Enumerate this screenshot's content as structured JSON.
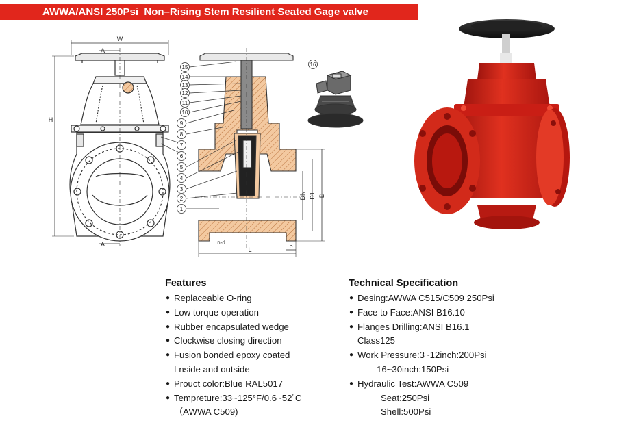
{
  "title": "AWWA/ANSI 250Psi  Non–Rising Stem Resilient Seated Gage valve",
  "drawing": {
    "dimension_labels": {
      "w": "W",
      "a_top": "A",
      "a_bottom": "A",
      "h": "H",
      "dn": "DN",
      "d1": "D1",
      "d": "D",
      "l": "L",
      "b": "b",
      "nd": "n-d"
    },
    "part_numbers": [
      "15",
      "14",
      "13",
      "12",
      "11",
      "10",
      "9",
      "8",
      "7",
      "6",
      "5",
      "4",
      "3",
      "2",
      "1",
      "16"
    ]
  },
  "features": {
    "heading": "Features",
    "items": [
      {
        "text": "Replaceable O-ring",
        "bullet": true
      },
      {
        "text": "Low torque operation",
        "bullet": true
      },
      {
        "text": "Rubber encapsulated wedge",
        "bullet": true
      },
      {
        "text": "Clockwise closing direction",
        "bullet": true
      },
      {
        "text": "Fusion bonded epoxy coated",
        "bullet": true
      },
      {
        "text": "Lnside and outside",
        "bullet": false
      },
      {
        "text": "Prouct color:Blue RAL5017",
        "bullet": true
      },
      {
        "text": "Tempreture:33~125°F/0.6~52˚C",
        "bullet": true
      },
      {
        "text": "（AWWA C509)",
        "bullet": false
      }
    ]
  },
  "spec": {
    "heading": "Technical Specification",
    "items": [
      {
        "text": "Desing:AWWA C515/C509 250Psi",
        "bullet": true
      },
      {
        "text": "Face to Face:ANSI B16.10",
        "bullet": true
      },
      {
        "text": "Flanges Drilling:ANSI B16.1",
        "bullet": true
      },
      {
        "text": "Class125",
        "bullet": false
      },
      {
        "text": "Work Pressure:3~12inch:200Psi",
        "bullet": true
      },
      {
        "text": "16~30inch:150Psi",
        "bullet": false,
        "deep": true
      },
      {
        "text": "Hydraulic Test:AWWA C509",
        "bullet": true
      },
      {
        "text": "Seat:250Psi",
        "bullet": false,
        "deep": true
      },
      {
        "text": "Shell:500Psi",
        "bullet": false,
        "deep": true
      }
    ]
  },
  "colors": {
    "title_bg": "#e1261c",
    "valve_red": "#d9261c",
    "handwheel": "#1c1c1c"
  },
  "bullet_glyph": "●"
}
